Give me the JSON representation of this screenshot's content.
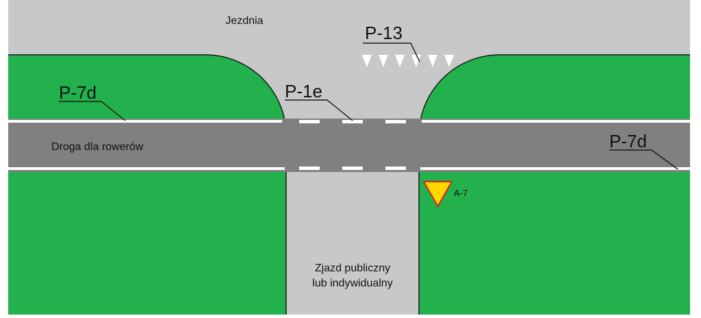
{
  "colors": {
    "road": "#c8c8c8",
    "grass": "#22b14c",
    "bike_path": "#808080",
    "marking_white": "#ffffff",
    "outline": "#1a1a1a",
    "sign_fill": "#ffd800",
    "sign_border": "#e02020"
  },
  "labels": {
    "jezdnia": "Jezdnia",
    "p13": "P-13",
    "p7d_left": "P-7d",
    "p1e": "P-1e",
    "p7d_right": "P-7d",
    "droga": "Droga dla rowerów",
    "a7": "A-7",
    "zjazd_line1": "Zjazd publiczny",
    "zjazd_line2": "lub indywidualny"
  },
  "icons": {
    "give_way_sign": "yield-triangle-icon",
    "p13_teeth": "shark-teeth-marking"
  }
}
